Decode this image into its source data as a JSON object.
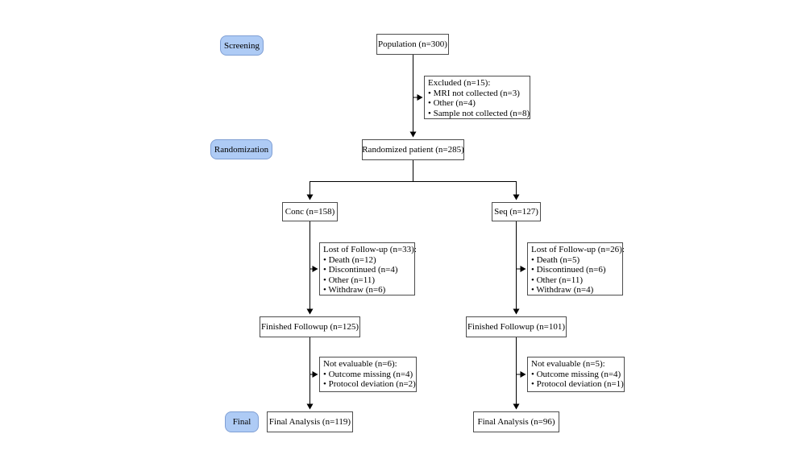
{
  "diagram": {
    "type": "consort-flow",
    "phases": {
      "screening": "Screening",
      "randomization": "Randomization",
      "final": "Final"
    },
    "nodes": {
      "population": "Population (n=300)",
      "excluded": {
        "title": "Excluded (n=15):",
        "items": [
          "• MRI not collected (n=3)",
          "• Other (n=4)",
          "• Sample not collected (n=8)"
        ]
      },
      "randomized": "Randomized patient (n=285)",
      "conc": "Conc (n=158)",
      "seq": "Seq (n=127)",
      "lost_conc": {
        "title": "Lost of Follow-up (n=33):",
        "items": [
          "• Death (n=12)",
          "• Discontinued (n=4)",
          "• Other (n=11)",
          "• Withdraw (n=6)"
        ]
      },
      "lost_seq": {
        "title": "Lost of Follow-up (n=26):",
        "items": [
          "• Death (n=5)",
          "• Discontinued (n=6)",
          "• Other (n=11)",
          "• Withdraw (n=4)"
        ]
      },
      "finished_conc": "Finished Followup (n=125)",
      "finished_seq": "Finished Followup (n=101)",
      "noteval_conc": {
        "title": "Not evaluable (n=6):",
        "items": [
          "• Outcome missing (n=4)",
          "• Protocol deviation (n=2)"
        ]
      },
      "noteval_seq": {
        "title": "Not evaluable (n=5):",
        "items": [
          "• Outcome missing (n=4)",
          "• Protocol deviation (n=1)"
        ]
      },
      "final_conc": "Final Analysis (n=119)",
      "final_seq": "Final Analysis (n=96)"
    },
    "colors": {
      "phase_fill": "#aecbf5",
      "phase_border": "#7f9fd4",
      "box_border": "#4d4d4d",
      "arrow": "#000000",
      "background": "#ffffff"
    }
  }
}
